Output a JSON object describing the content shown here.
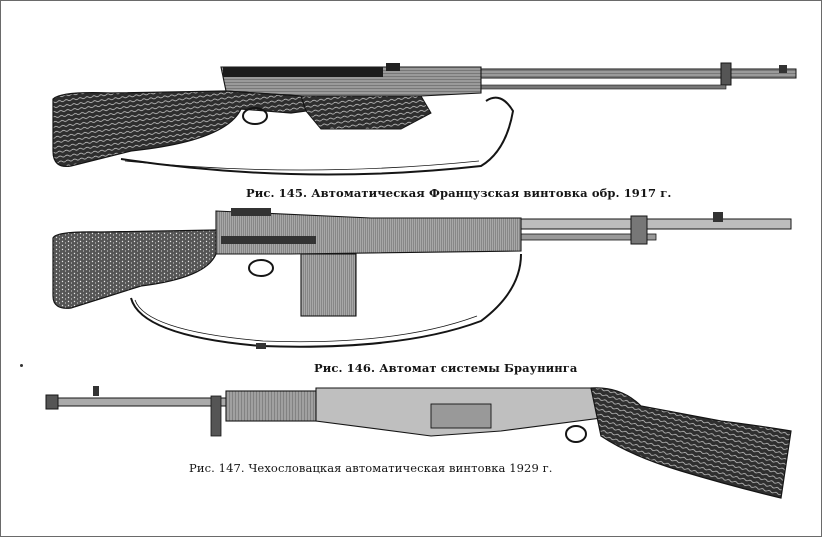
{
  "figures": [
    {
      "number_label": "Рис. 145.",
      "caption_text": "Автоматическая Французская винтовка обр. 1917 г."
    },
    {
      "number_label": "Рис. 146.",
      "caption_text": "Автомат системы Браунинга"
    },
    {
      "number_label": "Рис. 147.",
      "caption_text": "Чехословацкая автоматическая винтовка 1929 г."
    }
  ],
  "colors": {
    "ink": "#151515",
    "wood_fill": "#3a3a3a",
    "metal_fill": "#8c8c8c",
    "paper": "#ffffff",
    "frame": "#6a6a6a"
  }
}
